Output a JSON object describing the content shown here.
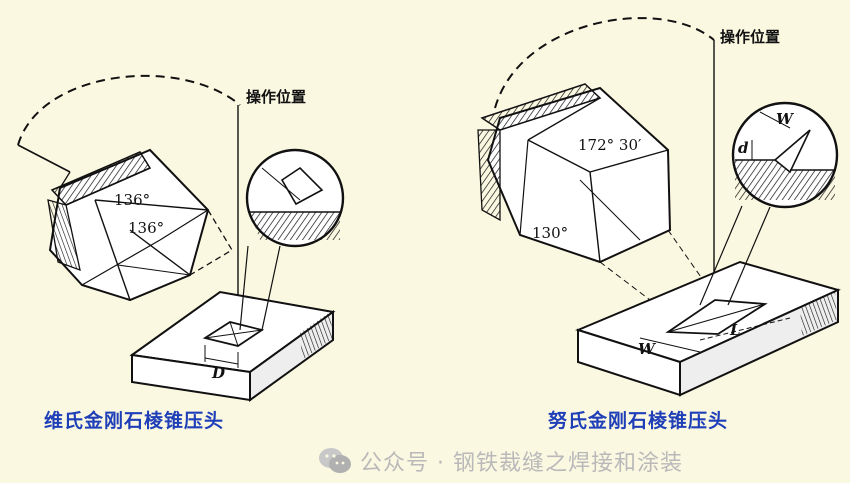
{
  "left": {
    "caption": "维氏金刚石棱锥压头",
    "operating_position": "操作位置",
    "angle_top": "136°",
    "angle_bottom": "136°",
    "dim_d": "D"
  },
  "right": {
    "caption": "努氏金刚石棱锥压头",
    "operating_position": "操作位置",
    "angle_top": "172° 30′",
    "angle_side": "130°",
    "dim_w_inset": "W",
    "dim_d_inset": "d",
    "dim_l": "L",
    "dim_w": "W"
  },
  "watermark": {
    "text": "公众号 · 钢铁裁缝之焊接和涂装"
  },
  "colors": {
    "caption": "#1f3fb8",
    "background": "#fbf8e2",
    "ink": "#111111",
    "watermark": "#b9b9b9"
  }
}
